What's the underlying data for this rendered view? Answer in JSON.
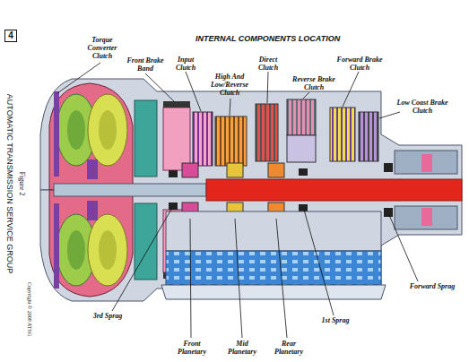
{
  "diagram": {
    "title": "INTERNAL COMPONENTS LOCATION",
    "nodes": [
      {
        "text": [
          "4"
        ]
      }
    ],
    "labels": [
      "Torque Converter Clutch",
      "Front Brake Band",
      "Input Clutch",
      "High And Low/Reverse Clutch",
      "Direct Clutch",
      "Reverse Brake Clutch",
      "Forward Brake Clutch",
      "Low Coast Brake Clutch",
      "Forward Sprag",
      "1st Sprag",
      "Rear Planetary",
      "Mid Planetary",
      "Front Planetary",
      "3rd Sprag",
      "Figure 2",
      "AUTOMATIC TRANSMISSION SERVICE GROUP",
      "Copyright © 2009 ATSG"
    ]
  }
}
